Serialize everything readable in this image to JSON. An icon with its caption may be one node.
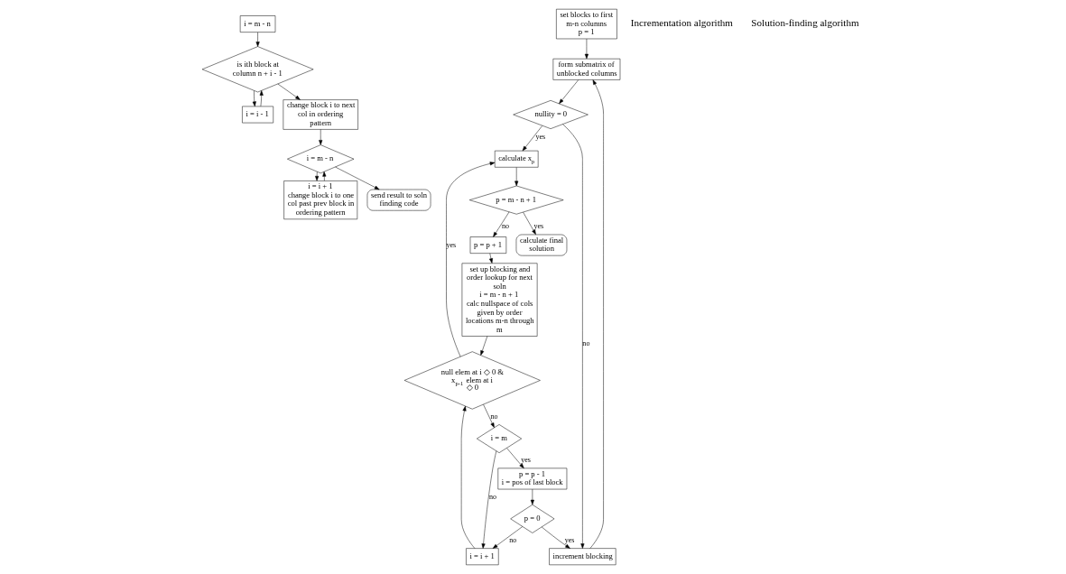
{
  "diagram": {
    "nodes": [
      {
        "text": [
          "i = m - n"
        ]
      },
      {
        "text": [
          "is ith block at column n + i - 1"
        ]
      },
      {
        "text": [
          "i = i - 1"
        ]
      },
      {
        "text": [
          "change block i to next col in ordering pattern"
        ]
      },
      {
        "text": [
          "i = m - n"
        ]
      },
      {
        "text": [
          "i = i + 1",
          "change block i to one col past prev block in ordering pattern"
        ]
      },
      {
        "text": [
          "send result to soln finding code"
        ]
      },
      {
        "text": [
          "set blocks to first m-n columns",
          "p = 1"
        ]
      },
      {
        "text": [
          "form submatrix of unblocked columns"
        ]
      },
      {
        "text": [
          "nullity = 0"
        ]
      },
      {
        "text": [
          "increment blocking"
        ]
      },
      {
        "text": [
          "calculate x$_{p}$"
        ]
      },
      {
        "text": [
          "p = m - n + 1"
        ]
      },
      {
        "text": [
          "p = p + 1"
        ]
      },
      {
        "text": [
          "calculate final solution"
        ]
      },
      {
        "text": [
          "set up blocking and order lookup for next soln",
          "i = m - n + 1",
          "calc nullspace of cols given by order locations m-n through m"
        ]
      },
      {
        "text": [
          "null elem at i ◇ 0 & x$_{p-1}$ elem at i ◇ 0"
        ]
      },
      {
        "text": [
          "i = m"
        ]
      },
      {
        "text": [
          "i = i + 1"
        ]
      },
      {
        "text": [
          "p = p - 1",
          "i = pos of last block"
        ]
      },
      {
        "text": [
          "p = 0"
        ]
      }
    ],
    "edges": [
      {
        "from": 0,
        "to": 1,
        "arrow": "to"
      },
      {
        "from": 1,
        "to": 2,
        "arrow": "to"
      },
      {
        "from": 2,
        "to": 1,
        "arrow": "to"
      },
      {
        "from": 1,
        "to": 3,
        "arrow": "to"
      },
      {
        "from": 3,
        "to": 4,
        "arrow": "to"
      },
      {
        "from": 4,
        "to": 5,
        "arrow": "to"
      },
      {
        "from": 5,
        "to": 4,
        "arrow": "to"
      },
      {
        "from": 4,
        "to": 6,
        "arrow": "to"
      },
      {
        "from": 7,
        "to": 8,
        "arrow": "to"
      },
      {
        "from": 8,
        "to": 9,
        "arrow": "to"
      },
      {
        "from": 9,
        "to": 10,
        "label": "no",
        "arrow": "to"
      },
      {
        "from": 10,
        "to": 8,
        "arrow": "to"
      },
      {
        "from": 9,
        "to": 11,
        "label": "yes",
        "arrow": "to"
      },
      {
        "from": 11,
        "to": 12,
        "arrow": "to"
      },
      {
        "from": 12,
        "to": 13,
        "label": "no",
        "arrow": "to"
      },
      {
        "from": 12,
        "to": 14,
        "label": "yes",
        "arrow": "to"
      },
      {
        "from": 13,
        "to": 15,
        "arrow": "to"
      },
      {
        "from": 15,
        "to": 16,
        "arrow": "to"
      },
      {
        "from": 16,
        "to": 17,
        "label": "no",
        "arrow": "to"
      },
      {
        "from": 16,
        "to": 11,
        "label": "yes",
        "arrow": "to"
      },
      {
        "from": 17,
        "to": 18,
        "label": "no",
        "arrow": "to"
      },
      {
        "from": 18,
        "to": 16,
        "arrow": "to"
      },
      {
        "from": 17,
        "to": 19,
        "label": "yes",
        "arrow": "to"
      },
      {
        "from": 19,
        "to": 20,
        "arrow": "to"
      },
      {
        "from": 20,
        "to": 18,
        "label": "no",
        "arrow": "to"
      },
      {
        "from": 20,
        "to": 10,
        "label": "yes",
        "arrow": "to"
      }
    ],
    "labels": [
      "Incrementation algorithm",
      "Solution-finding algorithm"
    ]
  }
}
